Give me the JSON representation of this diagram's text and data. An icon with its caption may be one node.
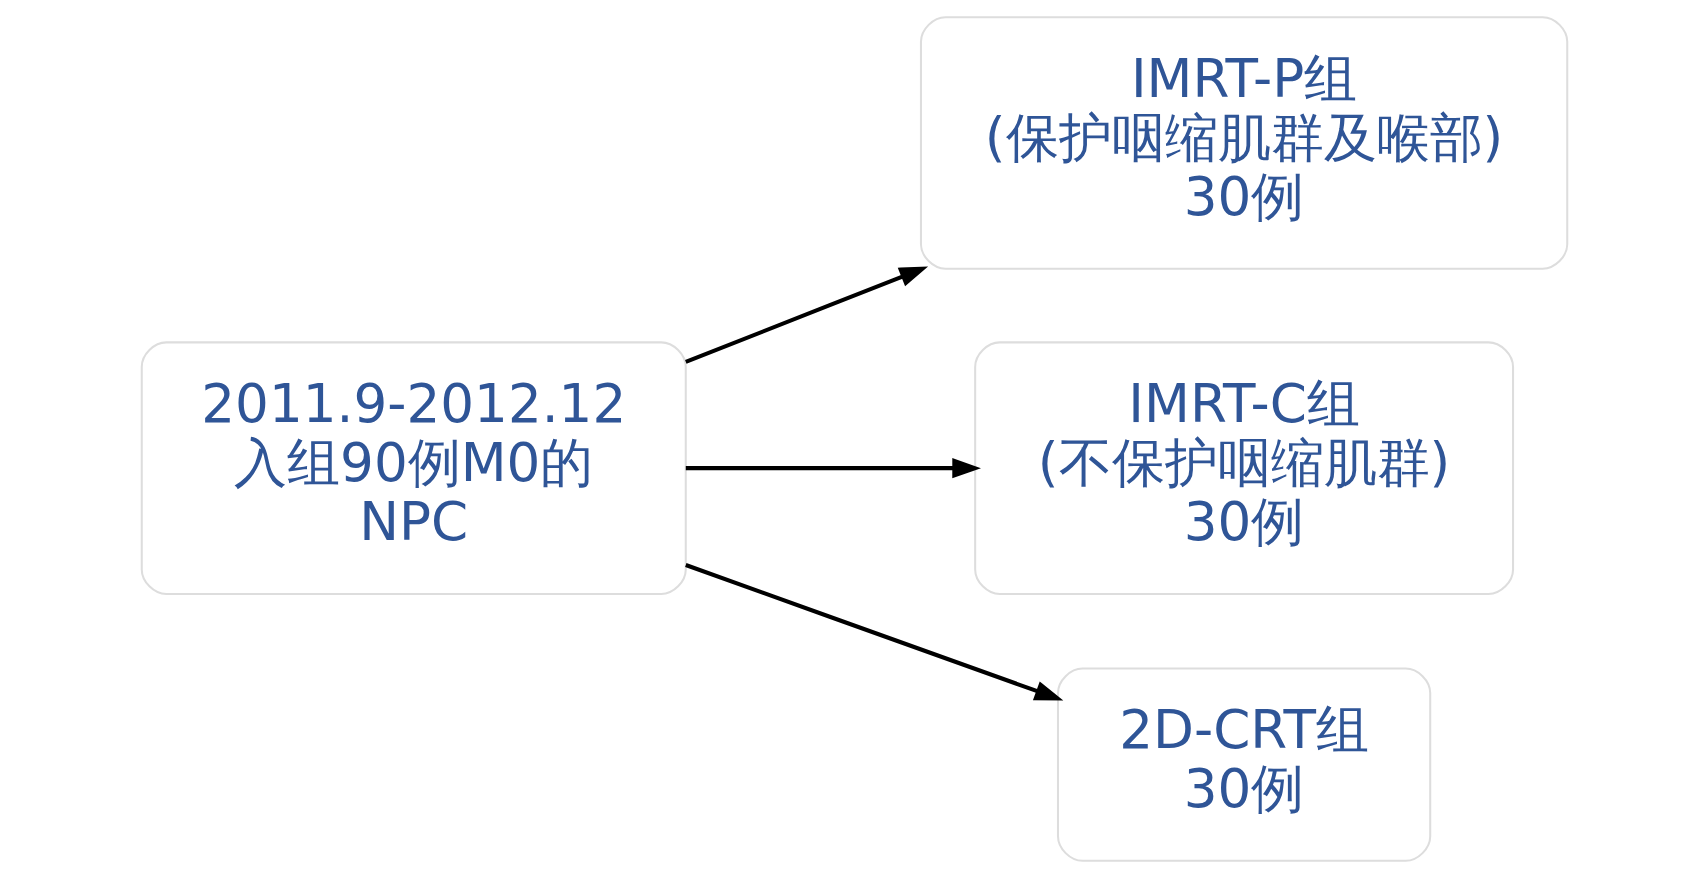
{
  "diagram": {
    "nodes": [
      {
        "text": [
          "2011.9-2012.12 入组90例M0的 NPC"
        ]
      },
      {
        "text": [
          "IMRT-P组 (保护咽缩肌群及喉部) 30例"
        ]
      },
      {
        "text": [
          "IMRT-C组 (不保护咽缩肌群) 30例"
        ]
      },
      {
        "text": [
          "2D-CRT组 30例"
        ]
      }
    ],
    "edges": [
      {
        "from": 0,
        "to": 1,
        "arrow": "to"
      },
      {
        "from": 0,
        "to": 2,
        "arrow": "to"
      },
      {
        "from": 0,
        "to": 3,
        "arrow": "to"
      }
    ]
  }
}
